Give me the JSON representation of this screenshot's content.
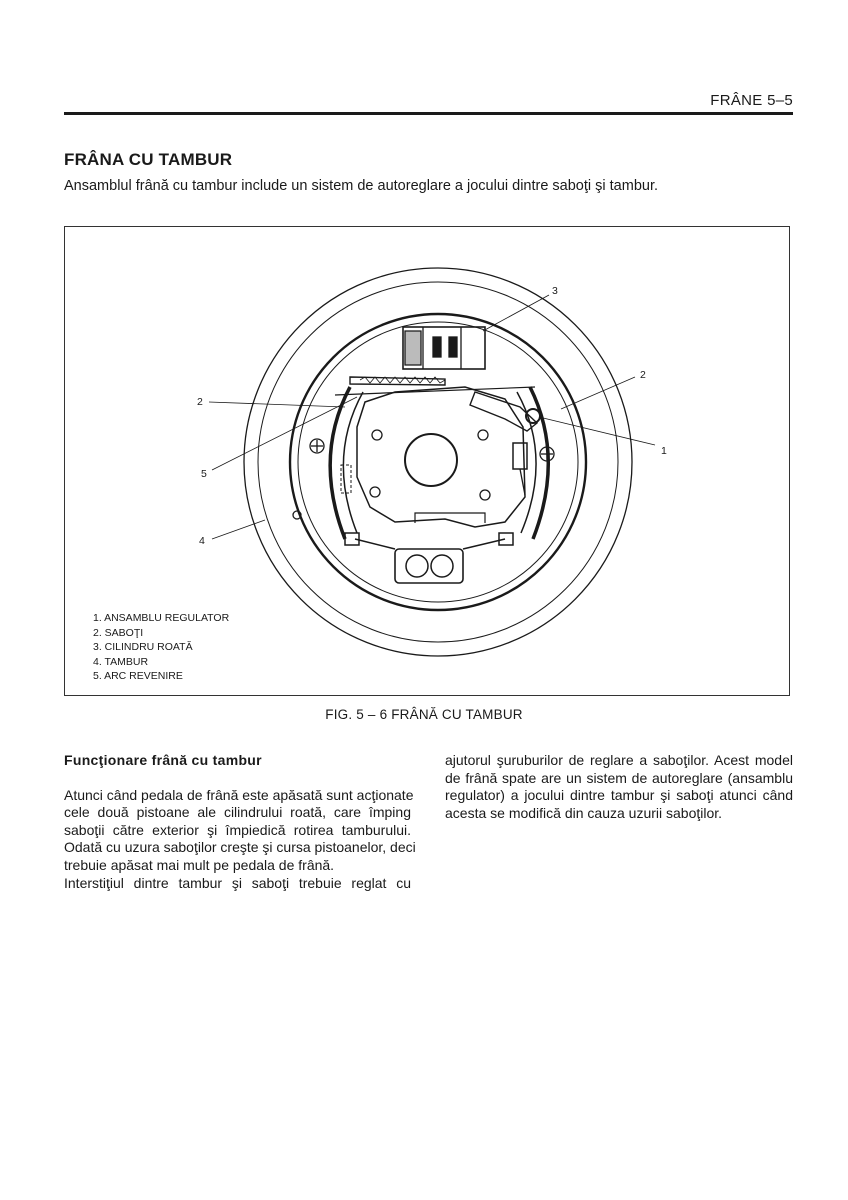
{
  "header": {
    "running_title": "FRÂNE  5–5"
  },
  "section": {
    "title": "FRÂNA CU TAMBUR",
    "intro": "Ansamblul frână cu tambur include un sistem de autoreglare a jocului dintre saboţi şi tambur."
  },
  "figure": {
    "callouts": [
      "3",
      "2",
      "2",
      "1",
      "5",
      "4"
    ],
    "legend": [
      "1. ANSAMBLU REGULATOR",
      "2. SABOŢI",
      "3. CILINDRU ROATĂ",
      "4. TAMBUR",
      "5. ARC REVENIRE"
    ],
    "caption": "FIG. 5 – 6 FRÂNĂ CU TAMBUR"
  },
  "body": {
    "subheading": "Funcţionare frână cu tambur",
    "left_lines": [
      "Atunci când pedala de frână este apăsată sunt acţionate",
      "cele două pistoane ale cilindrului roată, care împing",
      "saboţii către exterior şi împiedică rotirea tamburului.",
      "Odată cu uzura saboţilor creşte şi cursa pistoanelor, deci",
      "trebuie apăsat mai mult pe pedala de frână.",
      "Interstiţiul dintre tambur şi saboţi trebuie reglat cu"
    ],
    "right_lines": [
      "ajutorul şuruburilor de reglare a saboţilor. Acest model",
      "de frână spate are un sistem de autoreglare (ansamblu",
      "regulator) a jocului dintre tambur şi saboţi atunci când",
      "acesta se modifică din cauza uzurii saboţilor."
    ]
  }
}
